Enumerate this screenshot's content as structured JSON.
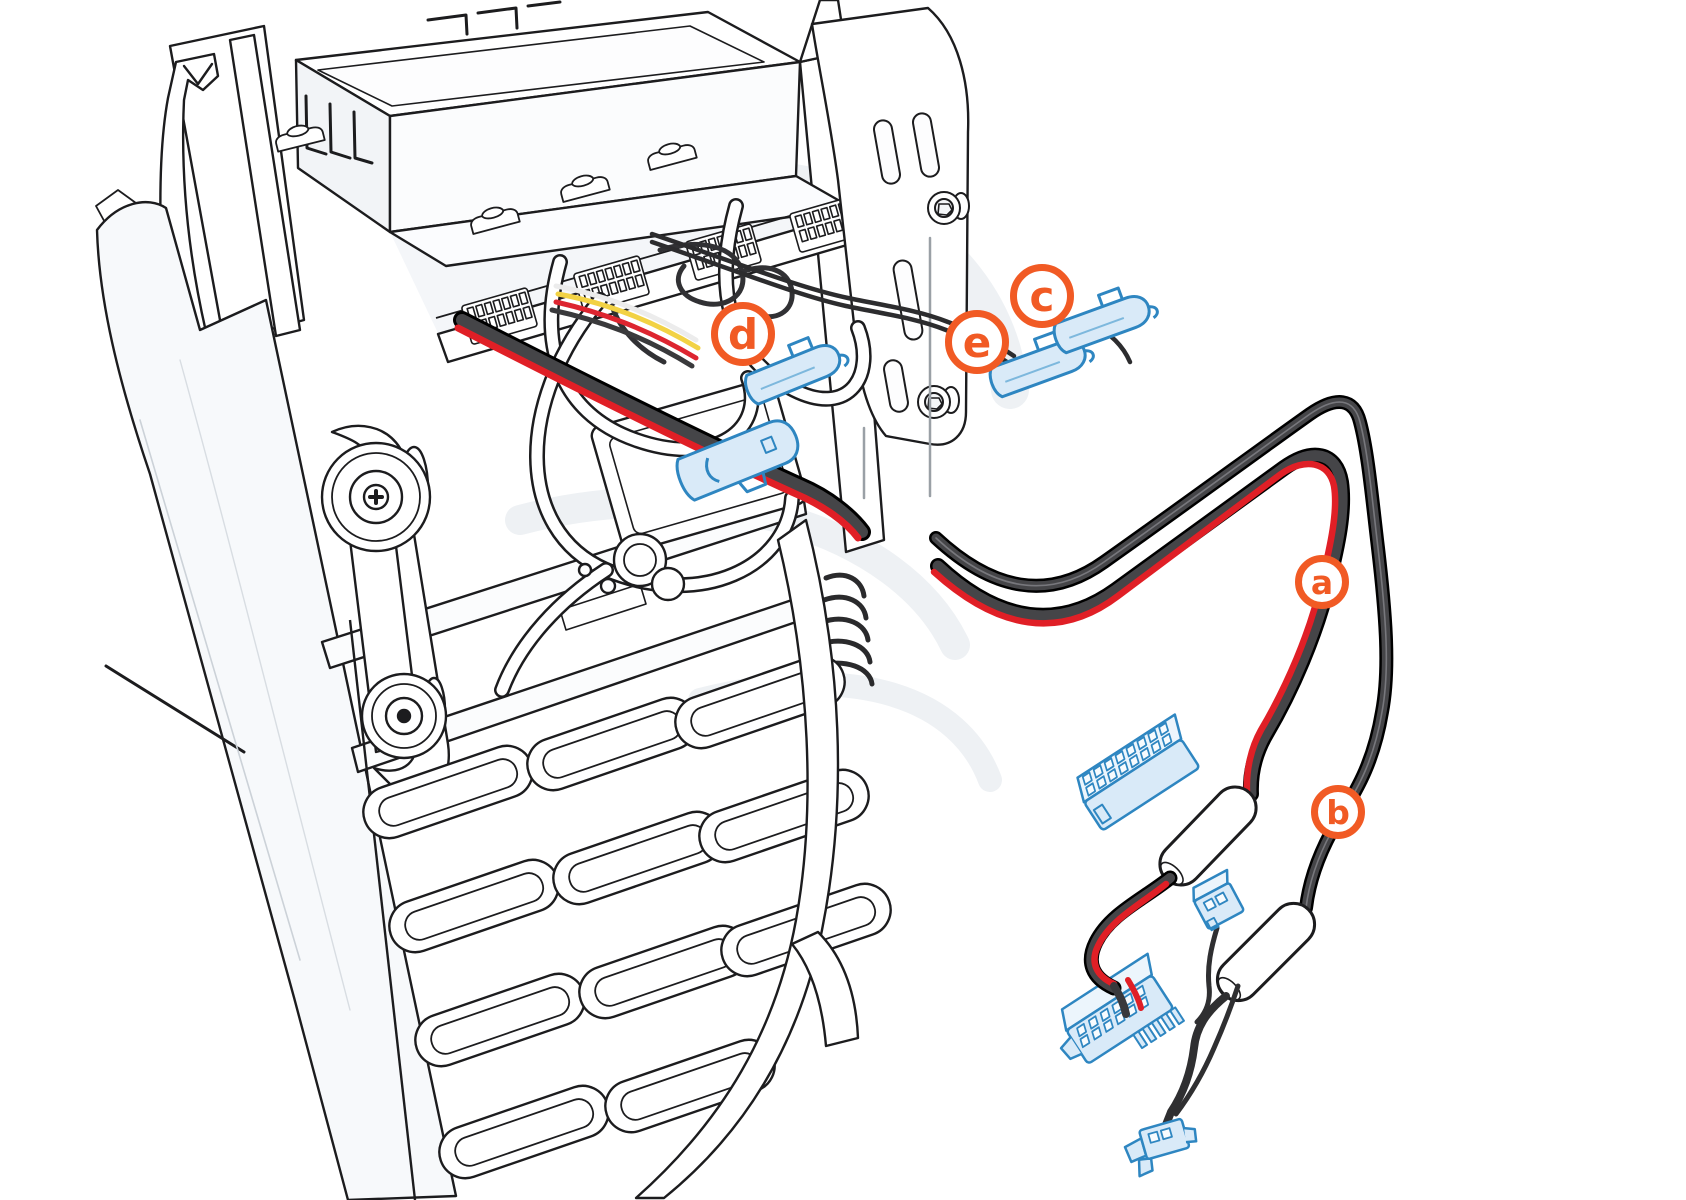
{
  "figure": {
    "type": "technical-illustration",
    "description": "Exploded line-art service diagram of a printer/appliance chassis with red-black and black wire harnesses, blue cable clips and connectors",
    "background": "#ffffff"
  },
  "callouts": [
    {
      "label": "a",
      "marks": "red-black-cable-harness"
    },
    {
      "label": "b",
      "marks": "black-cable-harness"
    },
    {
      "label": "c",
      "marks": "upper-cable-clip"
    },
    {
      "label": "d",
      "marks": "left-cable-clip"
    },
    {
      "label": "e",
      "marks": "lower-cable-clip"
    }
  ],
  "colors": {
    "callout_orange": "#F15A24",
    "cable_red": "#E02127",
    "cable_dark": "#454548",
    "wire_yellow": "#F2D244",
    "connector_blue_stroke": "#2E86C1",
    "connector_blue_fill": "#D9EAF8",
    "line_art": "#1C1C1E",
    "panel_gray": "#F4F6F9"
  },
  "components": [
    "printer-chassis",
    "top-tray",
    "pin-header-rail",
    "mounting-bracket",
    "drive-mechanism",
    "louver-tray-stack",
    "red-black-cable-harness",
    "black-cable-harness",
    "signal-wires",
    "cable-clamp",
    "cable-clip-c",
    "cable-clip-d",
    "cable-clip-e",
    "ferrite-bead-upper",
    "ferrite-bead-lower",
    "connector-16-pin",
    "connector-12-pin",
    "connector-2-pin",
    "end-connector"
  ]
}
